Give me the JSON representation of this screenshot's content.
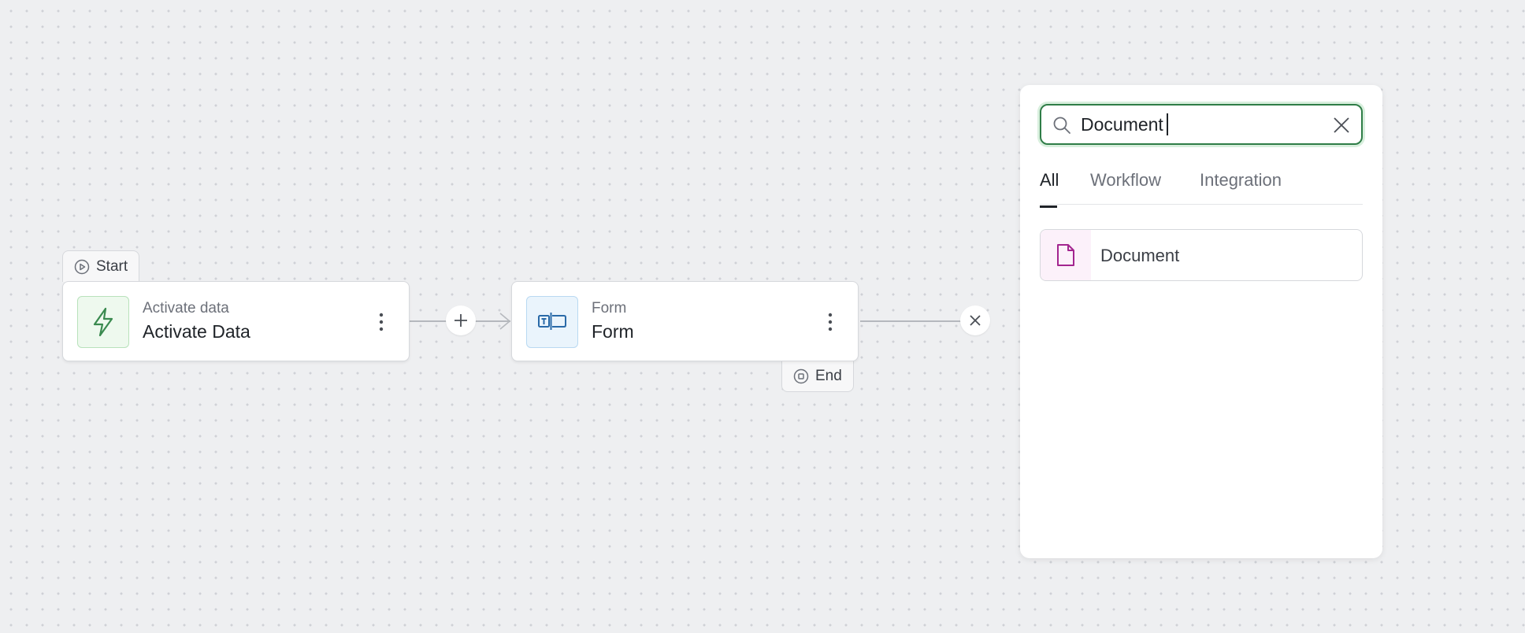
{
  "canvas": {
    "start_label": "Start",
    "end_label": "End",
    "nodes": [
      {
        "subtitle": "Activate data",
        "title": "Activate Data",
        "icon": "lightning-icon",
        "accent": "#3a8a4f"
      },
      {
        "subtitle": "Form",
        "title": "Form",
        "icon": "form-icon",
        "accent": "#2a6aa8"
      }
    ]
  },
  "search_panel": {
    "query": "Document",
    "tabs": [
      {
        "label": "All",
        "active": true
      },
      {
        "label": "Workflow",
        "active": false
      },
      {
        "label": "Integration",
        "active": false
      }
    ],
    "results": [
      {
        "label": "Document",
        "icon": "document-icon",
        "accent": "#a3258f"
      }
    ]
  },
  "colors": {
    "canvas_bg": "#eeeff1",
    "focus_border": "#2f7d47"
  }
}
